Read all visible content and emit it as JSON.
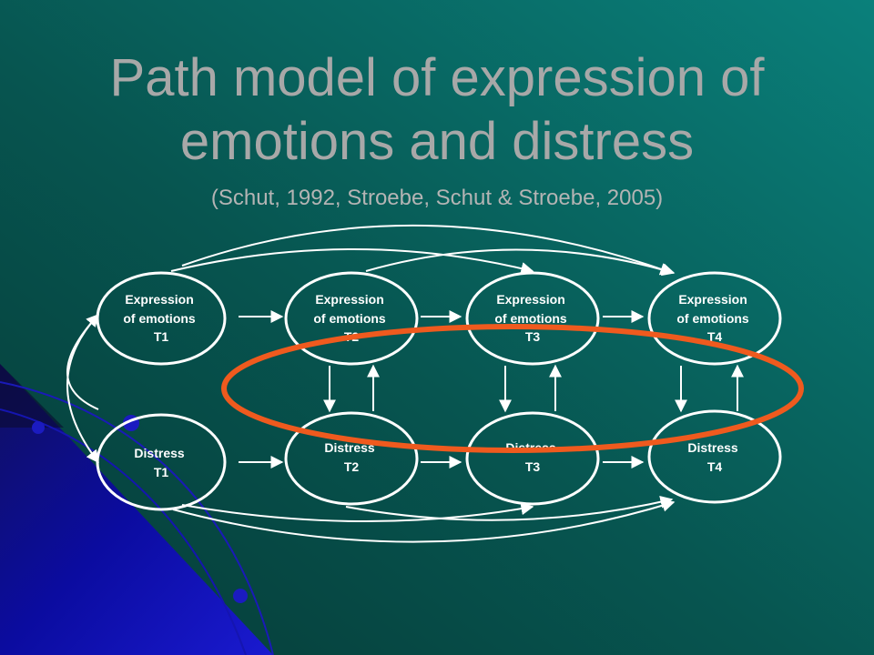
{
  "slide": {
    "title_line1": "Path model of expression of",
    "title_line2": "emotions and distress",
    "subtitle": "(Schut, 1992, Stroebe, Schut & Stroebe, 2005)"
  },
  "nodes": {
    "expr_t1": [
      "Expression",
      "of emotions",
      "T1"
    ],
    "expr_t2": [
      "Expression",
      "of emotions",
      "T2"
    ],
    "expr_t3": [
      "Expression",
      "of emotions",
      "T3"
    ],
    "expr_t4": [
      "Expression",
      "of emotions",
      "T4"
    ],
    "dist_t1": [
      "Distress",
      "T1"
    ],
    "dist_t2": [
      "Distress",
      "T2"
    ],
    "dist_t3": [
      "Distress",
      "T3"
    ],
    "dist_t4": [
      "Distress",
      "T4"
    ]
  },
  "colors": {
    "background_top": "#0a7a76",
    "background_bottom": "#063a36",
    "title": "#a8a8a8",
    "node_border": "#ffffff",
    "highlight_ellipse": "#ef5a1e",
    "accent_blue": "#0b0c9e"
  }
}
